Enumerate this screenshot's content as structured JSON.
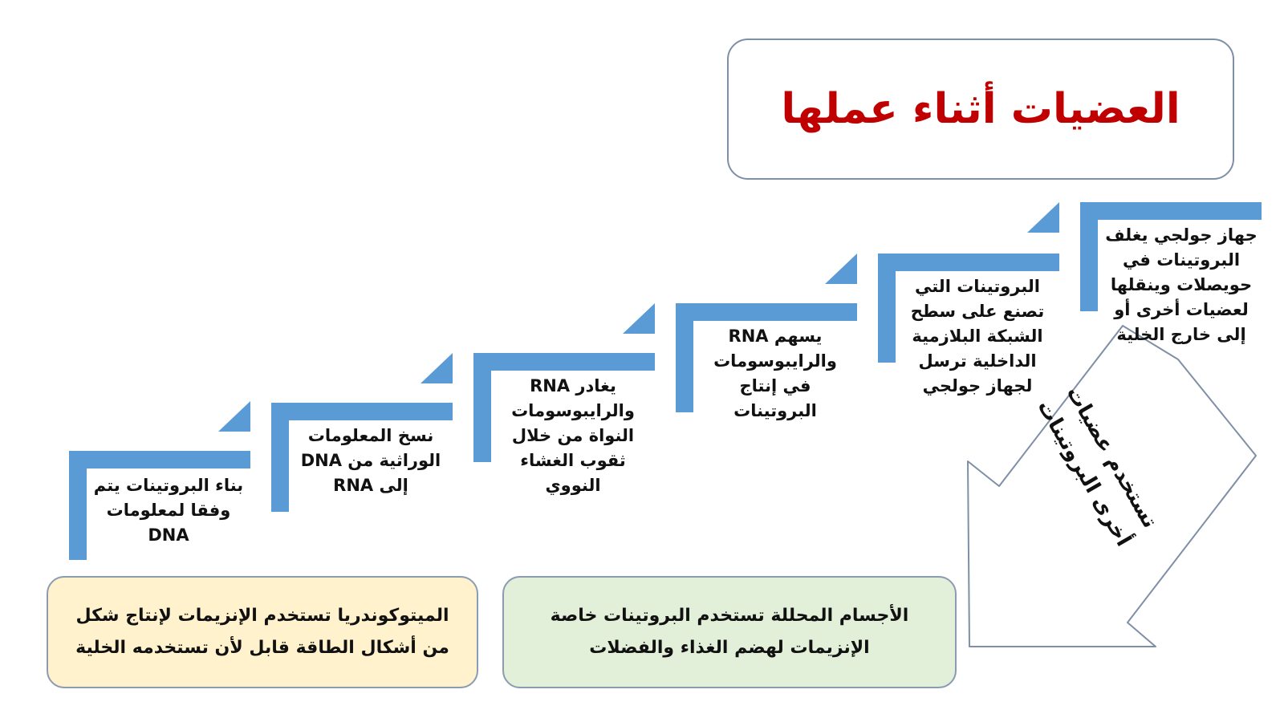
{
  "title": "العضيات أثناء عملها",
  "steps": [
    {
      "text": "بناء البروتينات يتم وفقا لمعلومات DNA"
    },
    {
      "text": "نسخ المعلومات الوراثية من DNA إلى RNA"
    },
    {
      "text": "يغادر RNA والرايبوسومات النواة من خلال ثقوب الغشاء النووي"
    },
    {
      "text": "يسهم RNA والرايبوسومات في إنتاج البروتينات"
    },
    {
      "text": "البروتينات التي تصنع على سطح الشبكة البلازمية الداخلية ترسل لجهاز جولجي"
    },
    {
      "text": "جهاز جولجي يغلف البروتينات في حويصلات وينقلها لعضيات أخرى أو إلى خارج الخلية"
    }
  ],
  "arrow_label": "تستخدم عضيات أخرى البروتينات",
  "notes": {
    "mitochondria": "الميتوكوندريا تستخدم الإنزيمات لإنتاج شكل من أشكال الطاقة قابل لأن تستخدمه الخلية",
    "lysosomes": "الأجسام المحللة تستخدم البروتينات خاصة الإنزيمات لهضم الغذاء والفضلات"
  },
  "colors": {
    "step_blue": "#5b9bd5",
    "title_red": "#c00000",
    "note_yellow": "#fff2cc",
    "note_green": "#e2efd9",
    "border": "#7f8fa6"
  }
}
